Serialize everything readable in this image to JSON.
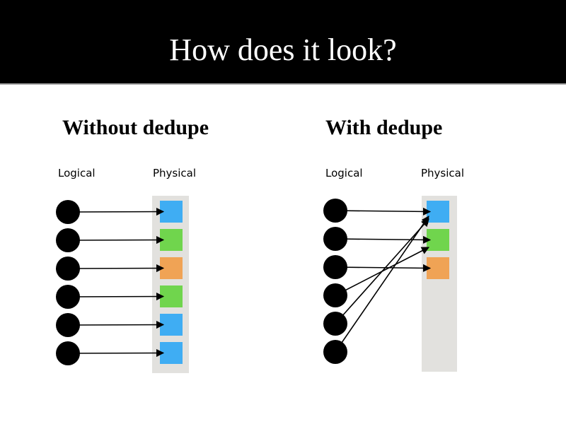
{
  "title": "How does it look?",
  "colors": {
    "banner_background": "#000000",
    "banner_text": "#ffffff",
    "page_background": "#ffffff",
    "banner_divider": "#a9a9a9",
    "column_background": "#e2e1de",
    "circle_fill": "#000000",
    "arrow_color": "#000000",
    "block_palette": {
      "blue": "#3fadf3",
      "green": "#70d54d",
      "orange": "#f0a355"
    }
  },
  "panels": [
    {
      "heading": "Without dedupe",
      "labels": {
        "logical": "Logical",
        "physical": "Physical"
      },
      "logical_blocks": 6,
      "physical_blocks": [
        "blue",
        "green",
        "orange",
        "green",
        "blue",
        "blue"
      ],
      "mappings": [
        [
          0,
          0
        ],
        [
          1,
          1
        ],
        [
          2,
          2
        ],
        [
          3,
          3
        ],
        [
          4,
          4
        ],
        [
          5,
          5
        ]
      ]
    },
    {
      "heading": "With dedupe",
      "labels": {
        "logical": "Logical",
        "physical": "Physical"
      },
      "logical_blocks": 6,
      "physical_blocks": [
        "blue",
        "green",
        "orange"
      ],
      "mappings": [
        [
          0,
          0
        ],
        [
          1,
          1
        ],
        [
          2,
          2
        ],
        [
          3,
          1
        ],
        [
          4,
          0
        ],
        [
          5,
          0
        ]
      ]
    }
  ]
}
